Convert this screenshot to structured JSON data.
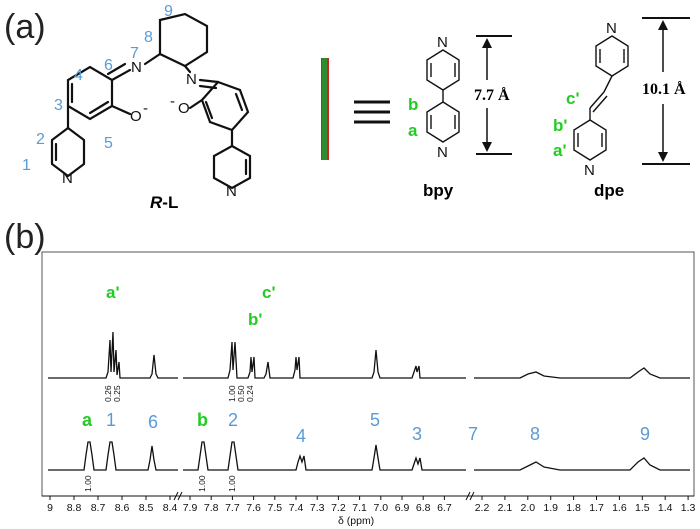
{
  "panel_a": {
    "label": "(a)",
    "ligand_name_italic": "R",
    "ligand_name_rest": "-L",
    "ligand_numbers": [
      "1",
      "2",
      "3",
      "4",
      "5",
      "6",
      "7",
      "8",
      "9"
    ],
    "atoms": {
      "N": "N",
      "O_minus": "O",
      "charge": "-"
    },
    "bpy": {
      "name": "bpy",
      "length": "7.7 Å",
      "labels": [
        "b",
        "a"
      ]
    },
    "dpe": {
      "name": "dpe",
      "length": "10.1 Å",
      "labels": [
        "c'",
        "b'",
        "a'"
      ]
    },
    "equiv_symbol": "≡"
  },
  "panel_b": {
    "label": "(b)",
    "upper_peak_labels": [
      "a'",
      "c'",
      "b'"
    ],
    "upper_integrals": [
      "0.26",
      "0.25",
      "1.00",
      "0.50",
      "0.24"
    ],
    "lower_peak_labels": [
      {
        "t": "a",
        "c": "green"
      },
      {
        "t": "1",
        "c": "blue"
      },
      {
        "t": "6",
        "c": "blue"
      },
      {
        "t": "b",
        "c": "green"
      },
      {
        "t": "2",
        "c": "blue"
      },
      {
        "t": "4",
        "c": "blue"
      },
      {
        "t": "5",
        "c": "blue"
      },
      {
        "t": "3",
        "c": "blue"
      },
      {
        "t": "7",
        "c": "blue"
      },
      {
        "t": "8",
        "c": "blue"
      },
      {
        "t": "9",
        "c": "blue"
      }
    ],
    "lower_integrals": [
      "1.00",
      "1.00",
      "1.00"
    ],
    "axis_ticks": [
      "9",
      "8.8",
      "8.7",
      "8.6",
      "8.5",
      "8.4",
      "7.9",
      "7.8",
      "7.7",
      "7.6",
      "7.5",
      "7.4",
      "7.3",
      "7.2",
      "7.1",
      "7.0",
      "6.9",
      "6.8",
      "6.7",
      "2.2",
      "2.1",
      "2.0",
      "1.9",
      "1.8",
      "1.7",
      "1.6",
      "1.5",
      "1.4",
      "1.3"
    ],
    "axis_label": "δ (ppm)"
  },
  "colors": {
    "number_blue": "#5b9bd5",
    "label_green": "#22cc22",
    "bar_green": "#2e8b2e",
    "bar_red": "#cc2222"
  }
}
